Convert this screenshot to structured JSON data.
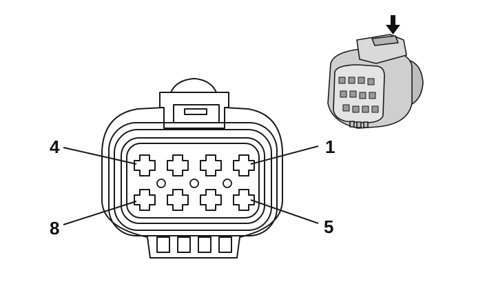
{
  "diagram": {
    "labels": [
      {
        "id": "pin-1",
        "text": "1"
      },
      {
        "id": "pin-4",
        "text": "4"
      },
      {
        "id": "pin-5",
        "text": "5"
      },
      {
        "id": "pin-8",
        "text": "8"
      }
    ],
    "inset": {
      "arrow": "down-arrow-icon"
    },
    "colors": {
      "outline": "#1a1a1a",
      "inset_fill": "#cfcfcf",
      "inset_dark": "#9a9a9a",
      "background": "#ffffff"
    }
  }
}
